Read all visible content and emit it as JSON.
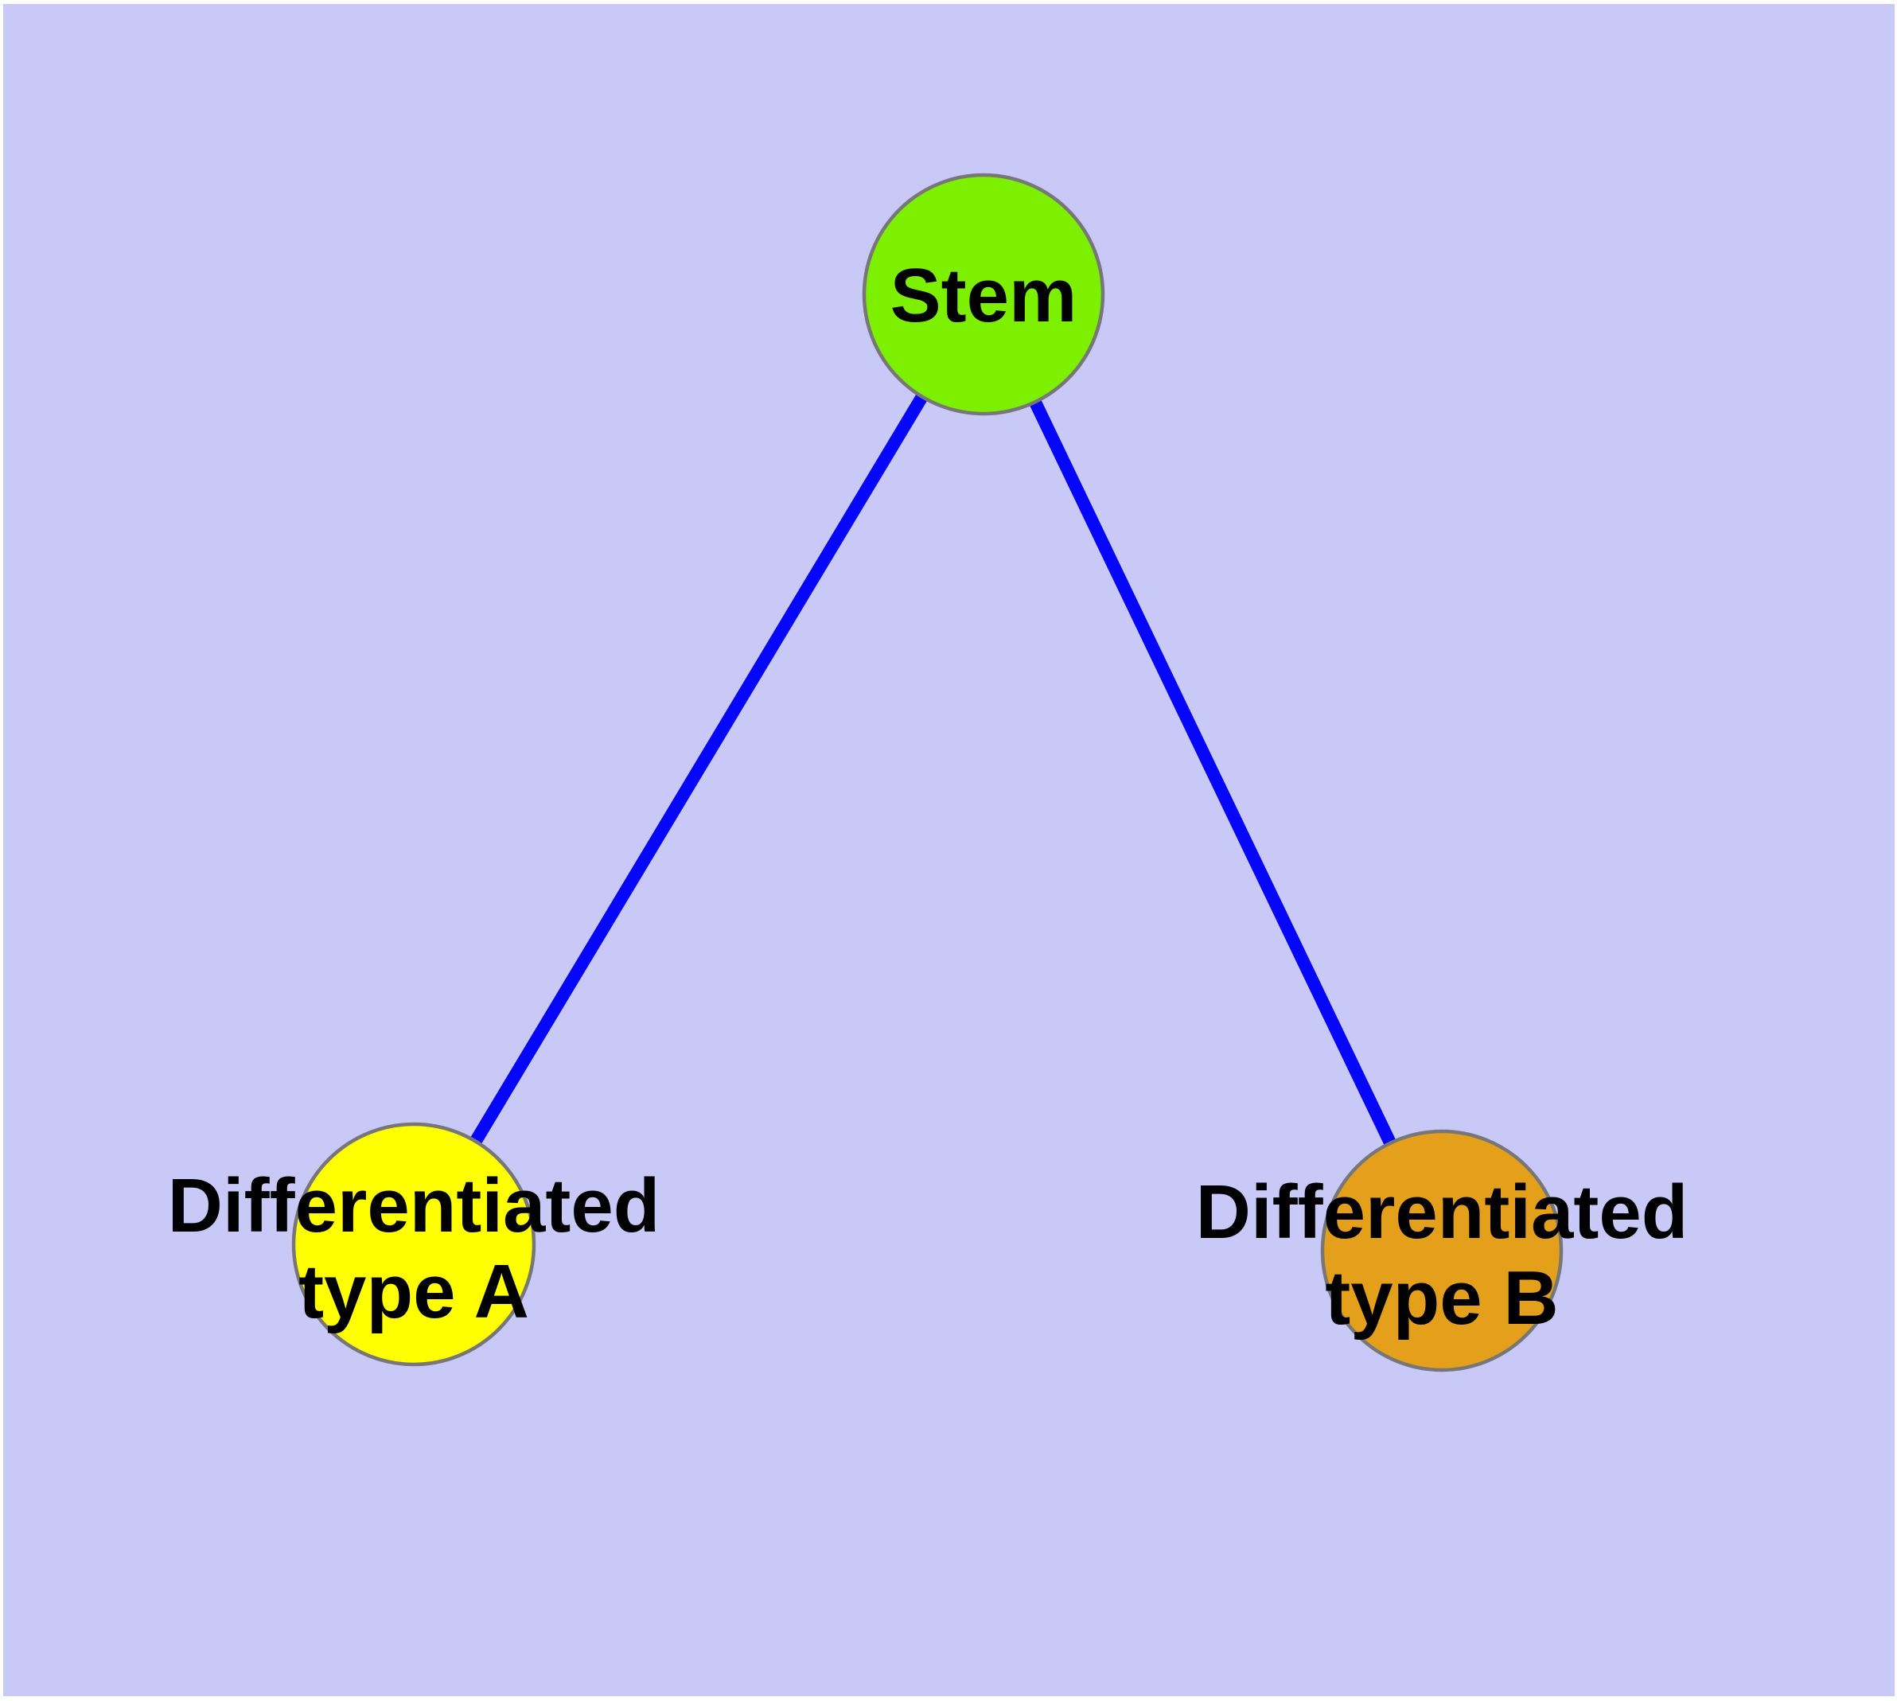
{
  "diagram": {
    "background_color": "#c9c9f8",
    "page_margin_color": "#ffffff",
    "edge_color": "#0505fa",
    "node_border_color": "#777777",
    "label_color": "#000000",
    "nodes": [
      {
        "id": "stem",
        "label": "Stem",
        "label_lines": [
          "Stem"
        ],
        "fill": "#7df000"
      },
      {
        "id": "differentiated-type-a",
        "label": "Differentiated type A",
        "label_lines": [
          "Differentiated",
          "type A"
        ],
        "fill": "#ffff00"
      },
      {
        "id": "differentiated-type-b",
        "label": "Differentiated type B",
        "label_lines": [
          "Differentiated",
          "type B"
        ],
        "fill": "#e5a01b"
      }
    ],
    "edges": [
      {
        "from": "Stem",
        "to": "Differentiated type A"
      },
      {
        "from": "Stem",
        "to": "Differentiated type B"
      }
    ]
  }
}
